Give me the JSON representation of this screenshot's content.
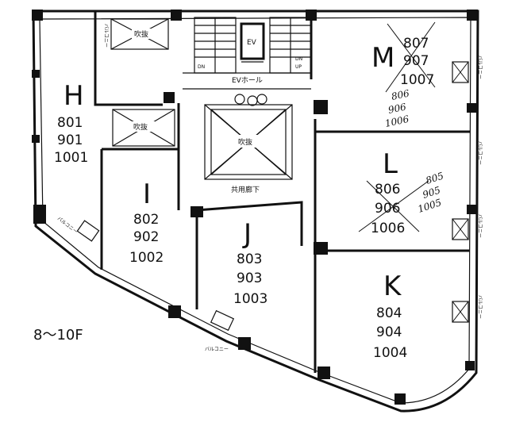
{
  "floor_label": "8〜10F",
  "common": {
    "ev_hall": "EVホール",
    "corridor": "共用廊下",
    "ev": "EV",
    "void": "吹抜",
    "balcony": "バルコニー",
    "stair_dn": "DN",
    "stair_up": "UP"
  },
  "units": {
    "h": {
      "letter": "H",
      "rooms": [
        "801",
        "901",
        "1001"
      ]
    },
    "i": {
      "letter": "I",
      "rooms": [
        "802",
        "902",
        "1002"
      ]
    },
    "j": {
      "letter": "J",
      "rooms": [
        "803",
        "903",
        "1003"
      ]
    },
    "k": {
      "letter": "K",
      "rooms": [
        "804",
        "904",
        "1004"
      ]
    },
    "l": {
      "letter": "L",
      "rooms": [
        "806",
        "906",
        "1006"
      ]
    },
    "m": {
      "letter": "M",
      "rooms": [
        "807",
        "907",
        "1007"
      ]
    }
  },
  "handwritten": {
    "m": [
      "806",
      "906",
      "1006"
    ],
    "l": [
      "805",
      "905",
      "1005"
    ]
  }
}
